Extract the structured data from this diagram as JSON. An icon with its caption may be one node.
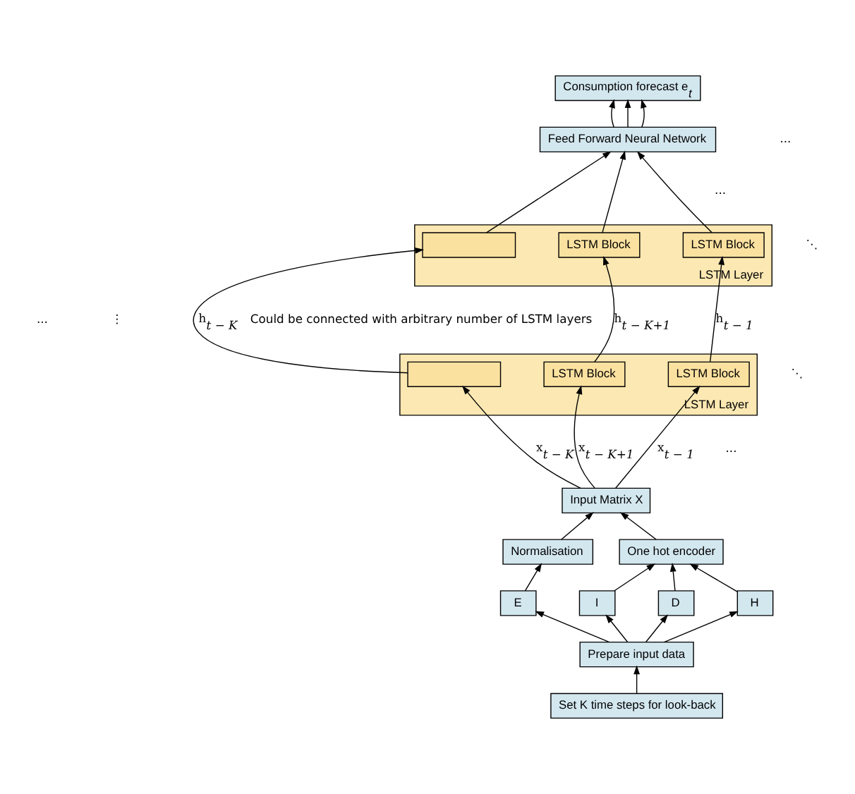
{
  "diagram": {
    "nodes": [
      {
        "text": [
          "Consumption forecast e$_{t}$"
        ]
      },
      {
        "text": [
          "Feed Forward Neural Network"
        ]
      },
      {
        "text": [
          "LSTM Layer"
        ]
      },
      {
        "text": [],
        "shape": "box",
        "in": 2
      },
      {
        "text": [
          "LSTM Block"
        ],
        "in": 2
      },
      {
        "text": [
          "LSTM Block"
        ],
        "in": 2
      },
      {
        "text": [
          "LSTM Layer"
        ]
      },
      {
        "text": [],
        "shape": "box",
        "in": 6
      },
      {
        "text": [
          "LSTM Block"
        ],
        "in": 6
      },
      {
        "text": [
          "LSTM Block"
        ],
        "in": 6
      },
      {
        "text": [
          "Input Matrix X"
        ]
      },
      {
        "text": [
          "Normalisation"
        ]
      },
      {
        "text": [
          "One hot encoder"
        ]
      },
      {
        "text": [
          "E"
        ]
      },
      {
        "text": [
          "I"
        ]
      },
      {
        "text": [
          "D"
        ]
      },
      {
        "text": [
          "H"
        ]
      },
      {
        "text": [
          "Prepare input data"
        ]
      },
      {
        "text": [
          "Set K time steps for look-back"
        ]
      }
    ],
    "edges": [
      {
        "from": 1,
        "to": 0,
        "arrow": "to"
      },
      {
        "from": 1,
        "to": 0,
        "arrow": "to"
      },
      {
        "from": 1,
        "to": 0,
        "arrow": "to"
      },
      {
        "from": 3,
        "to": 1,
        "arrow": "to"
      },
      {
        "from": 4,
        "to": 1,
        "arrow": "to"
      },
      {
        "from": 5,
        "to": 1,
        "arrow": "to"
      },
      {
        "from": 7,
        "to": 3,
        "arrow": "to",
        "label": "h$_{t − K}$"
      },
      {
        "from": 8,
        "to": 4,
        "arrow": "to",
        "label": "h$_{t − K+1}$"
      },
      {
        "from": 9,
        "to": 5,
        "arrow": "to",
        "label": "h$_{t − 1}$"
      },
      {
        "from": 10,
        "to": 7,
        "arrow": "to",
        "label": "x$_{t − K}$"
      },
      {
        "from": 10,
        "to": 8,
        "arrow": "to",
        "label": "x$_{t − K+1}$"
      },
      {
        "from": 10,
        "to": 9,
        "arrow": "to",
        "label": "x$_{t − 1}$"
      },
      {
        "from": 11,
        "to": 10,
        "arrow": "to"
      },
      {
        "from": 12,
        "to": 10,
        "arrow": "to"
      },
      {
        "from": 13,
        "to": 11,
        "arrow": "to"
      },
      {
        "from": 14,
        "to": 12,
        "arrow": "to"
      },
      {
        "from": 15,
        "to": 12,
        "arrow": "to"
      },
      {
        "from": 16,
        "to": 12,
        "arrow": "to"
      },
      {
        "from": 17,
        "to": 13,
        "arrow": "to"
      },
      {
        "from": 17,
        "to": 14,
        "arrow": "to"
      },
      {
        "from": 17,
        "to": 15,
        "arrow": "to"
      },
      {
        "from": 17,
        "to": 16,
        "arrow": "to"
      },
      {
        "from": 18,
        "to": 17,
        "arrow": "to"
      }
    ],
    "labels": [
      "...",
      "...",
      "⋱",
      "⋮",
      "Could be connected with arbitrary number of LSTM layers",
      "...",
      "⋱",
      "..."
    ]
  }
}
